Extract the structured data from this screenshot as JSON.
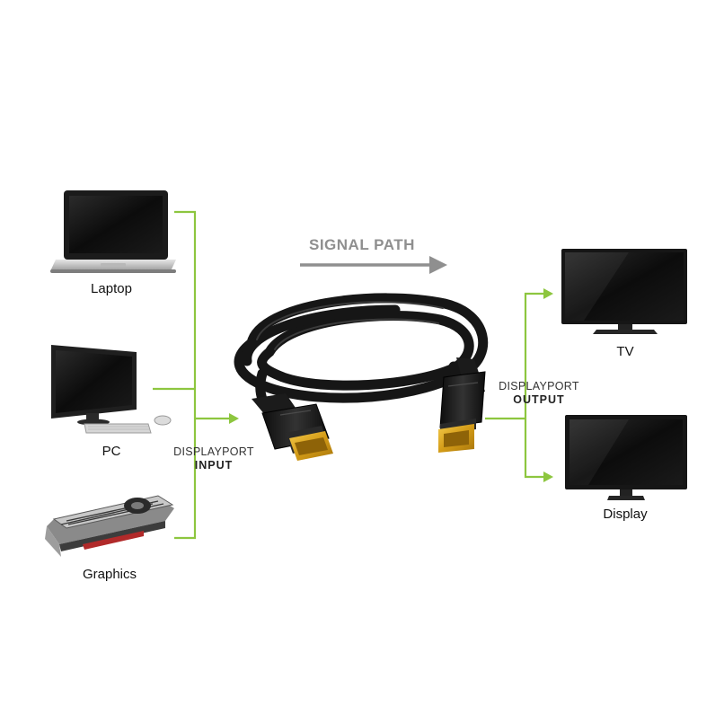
{
  "signal_path": "SIGNAL PATH",
  "inputs": [
    {
      "label": "Laptop",
      "icon": "laptop-icon"
    },
    {
      "label": "PC",
      "icon": "desktop-pc-icon"
    },
    {
      "label": "Graphics",
      "icon": "graphics-card-icon"
    }
  ],
  "outputs": [
    {
      "label": "TV",
      "icon": "tv-icon"
    },
    {
      "label": "Display",
      "icon": "monitor-icon"
    }
  ],
  "input_port": {
    "line1": "DISPLAYPORT",
    "line2": "INPUT"
  },
  "output_port": {
    "line1": "DISPLAYPORT",
    "line2": "OUTPUT"
  },
  "colors": {
    "connector_line": "#8dc63f",
    "arrow": "#8f8f8f",
    "cable": "#161616",
    "plug_gold": "#d9a521"
  }
}
